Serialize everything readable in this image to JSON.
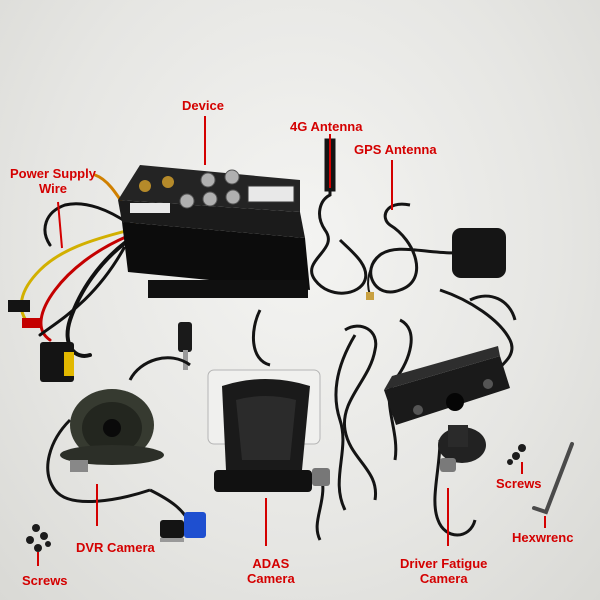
{
  "labels": {
    "device": "Device",
    "antenna_4g": "4G Antenna",
    "gps_antenna": "GPS Antenna",
    "power_supply_wire": [
      "Power Supply",
      "Wire"
    ],
    "dvr_camera": "DVR  Camera",
    "adas_camera": [
      "ADAS",
      "Camera"
    ],
    "driver_fatigue_camera": [
      "Driver Fatigue",
      "Camera"
    ],
    "screws_left": "Screws",
    "screws_right": "Screws",
    "hexwrench": "Hexwrenc"
  },
  "colors": {
    "label": "#d40000",
    "background": "#e9e9e7",
    "device_body": "#1b1b1b",
    "cable": "#141414"
  }
}
